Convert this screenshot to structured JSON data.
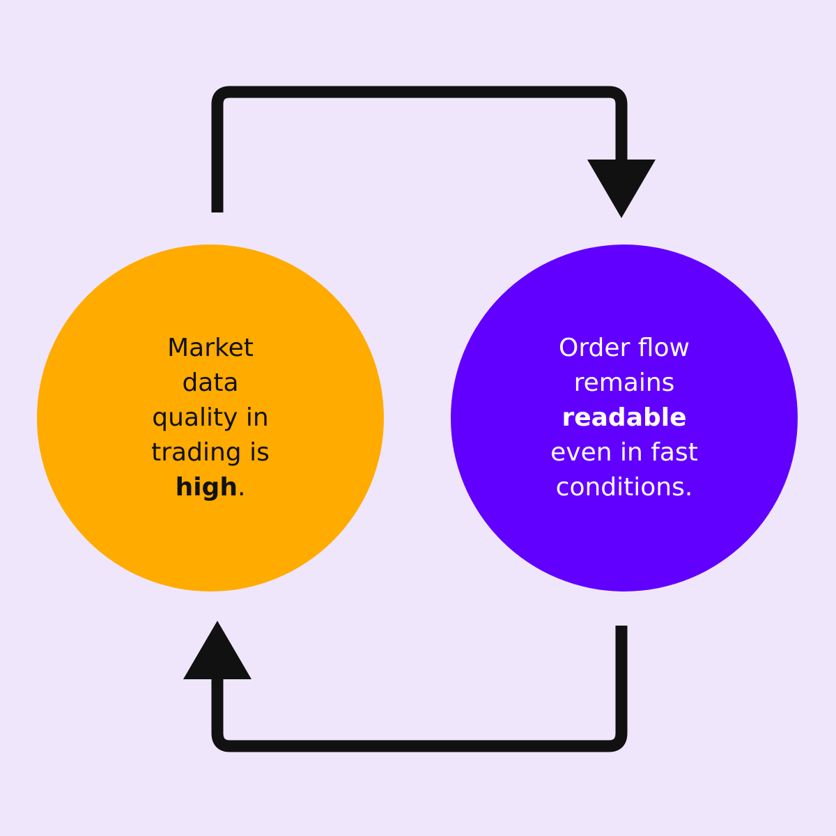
{
  "left_node": {
    "text_before": "Market data quality in trading is ",
    "text_bold": "high",
    "text_after": ".",
    "color": "#ffab00"
  },
  "right_node": {
    "text_before": "Order flow remains ",
    "text_bold": "readable",
    "text_after": " even in fast conditions.",
    "color": "#6200ff"
  },
  "arrow_color": "#111111",
  "background": "#efe6fc"
}
